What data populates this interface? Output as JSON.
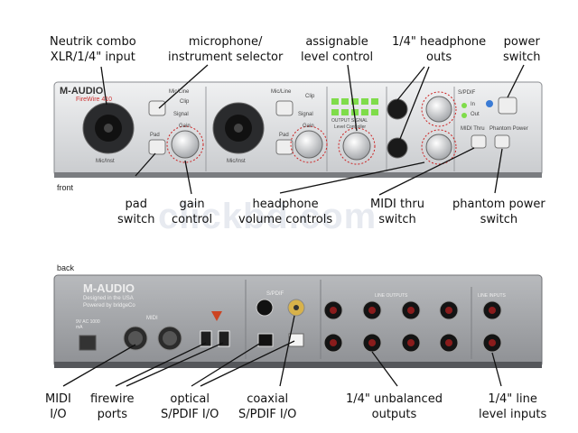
{
  "sections": {
    "front": "front",
    "back": "back"
  },
  "front_labels": {
    "combo_input": [
      "Neutrik combo",
      "XLR/1/4\" input"
    ],
    "mic_instrument": [
      "microphone/",
      "instrument selector"
    ],
    "level_control": [
      "assignable",
      "level control"
    ],
    "headphone_outs": [
      "1/4\" headphone",
      "outs"
    ],
    "power_switch": [
      "power",
      "switch"
    ],
    "pad_switch": [
      "pad",
      "switch"
    ],
    "gain_control": [
      "gain",
      "control"
    ],
    "headphone_volume": [
      "headphone",
      "volume controls"
    ],
    "midi_thru": [
      "MIDI thru",
      "switch"
    ],
    "phantom_power": [
      "phantom power",
      "switch"
    ]
  },
  "back_labels": {
    "midi_io": [
      "MIDI",
      "I/O"
    ],
    "firewire": [
      "firewire",
      "ports"
    ],
    "optical": [
      "optical",
      "S/PDIF I/O"
    ],
    "coaxial": [
      "coaxial",
      "S/PDIF I/O"
    ],
    "unbalanced": [
      "1/4\" unbalanced",
      "outputs"
    ],
    "line_inputs": [
      "1/4\" line",
      "level inputs"
    ]
  },
  "device_text": {
    "brand": "M-AUDIO",
    "model": "FireWire 410",
    "mic_line": "Mic/Line",
    "mic_inst": "Mic/Inst",
    "pad": "Pad",
    "gain": "Gain",
    "signal": "Signal",
    "clip": "Clip",
    "spdif": "S/PDIF",
    "midi_thru": "MIDI Thru",
    "phantom": "Phantom Power",
    "in": "In",
    "out": "Out",
    "output_signal": "OUTPUT SIGNAL",
    "level_controller": "Level Controller",
    "back_brand": "M-AUDIO",
    "designed": "Designed in the USA",
    "powered": "Powered by bridgeCo",
    "midi": "MIDI",
    "line_outputs": "LINE OUTPUTS",
    "line_inputs": "LINE INPUTS",
    "spdif_back": "S/PDIF",
    "power_rating": "9V AC 1000 mA",
    "watermark": "clickbd.com"
  },
  "colors": {
    "panel": "#d9dadc",
    "back_panel": "#a4a6a9",
    "led": "#7fdc4a",
    "label": "#111111"
  }
}
